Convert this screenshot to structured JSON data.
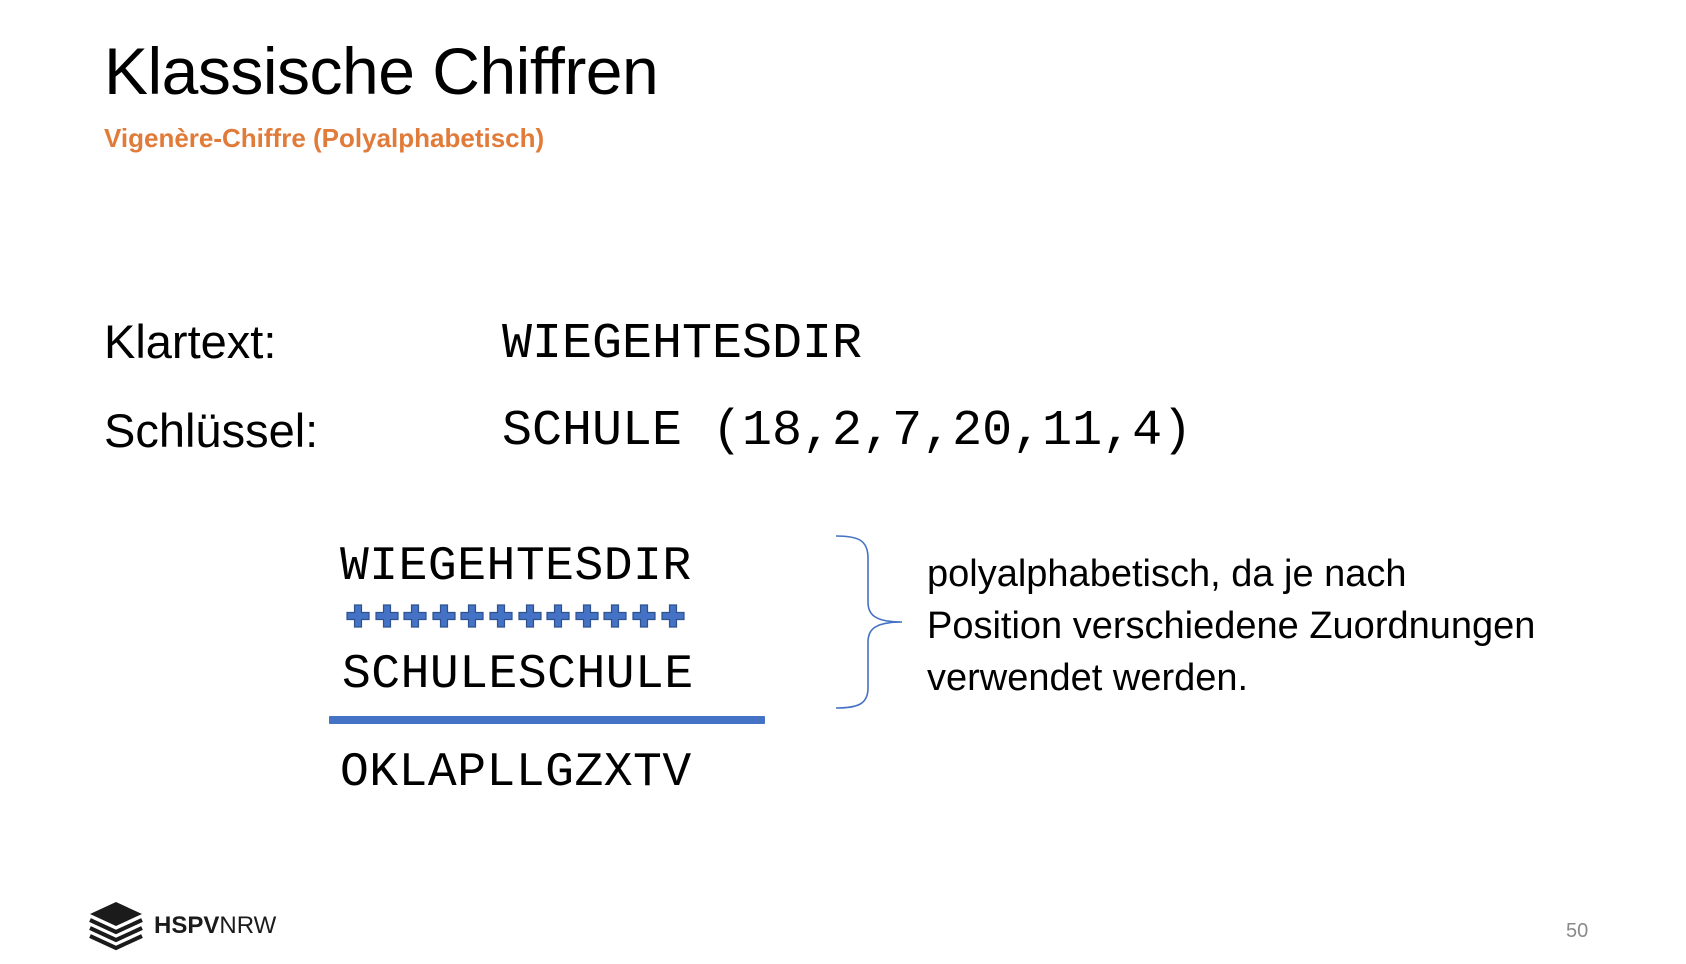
{
  "slide": {
    "title": "Klassische Chiffren",
    "subtitle": "Vigenère-Chiffre (Polyalphabetisch)",
    "page_number": "50"
  },
  "definitions": {
    "plaintext_label": "Klartext:",
    "plaintext_value": "WIEGEHTESDIR",
    "key_label": "Schlüssel:",
    "key_value": "SCHULE (18,2,7,20,11,4)"
  },
  "calculation": {
    "plaintext_row": "WIEGEHTESDIR",
    "plus_count": 12,
    "key_row": "SCHULESCHULE",
    "result_row": "OKLAPLLGZXTV"
  },
  "explanation": {
    "lines": [
      "polyalphabetisch, da je nach",
      "Position verschiedene Zuordnungen",
      "verwendet werden."
    ]
  },
  "logo": {
    "bold_part": "HSPV",
    "regular_part": "NRW",
    "icon": "stacked-books-icon"
  },
  "colors": {
    "subtitle": "#E07B39",
    "accent_blue": "#4472C4",
    "plus_fill": "#4472C4",
    "plus_stroke": "#2F528F",
    "page_number": "#8a8a8a",
    "text": "#000000"
  },
  "icons": {
    "plus": "plus-icon",
    "brace": "right-curly-brace"
  }
}
